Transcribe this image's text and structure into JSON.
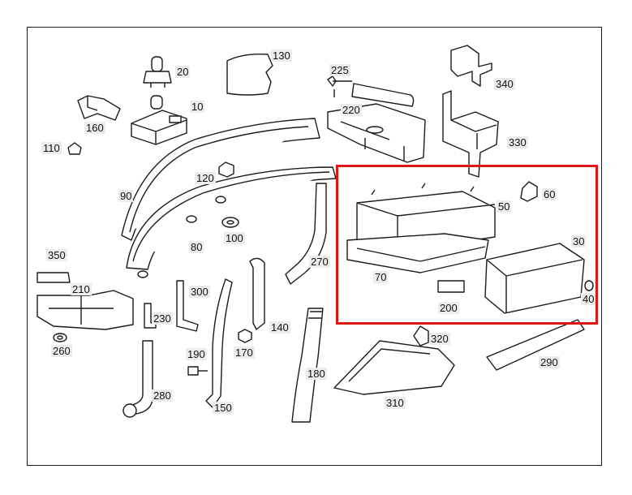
{
  "diagram": {
    "parts": [
      {
        "id": "p20",
        "label": "20"
      },
      {
        "id": "p10",
        "label": "10"
      },
      {
        "id": "p130",
        "label": "130"
      },
      {
        "id": "p225",
        "label": "225"
      },
      {
        "id": "p340",
        "label": "340"
      },
      {
        "id": "p220",
        "label": "220"
      },
      {
        "id": "p160",
        "label": "160"
      },
      {
        "id": "p110",
        "label": "110"
      },
      {
        "id": "p330",
        "label": "330"
      },
      {
        "id": "p120",
        "label": "120"
      },
      {
        "id": "p90",
        "label": "90"
      },
      {
        "id": "p60",
        "label": "60"
      },
      {
        "id": "p50",
        "label": "50"
      },
      {
        "id": "p100",
        "label": "100"
      },
      {
        "id": "p80",
        "label": "80"
      },
      {
        "id": "p30",
        "label": "30"
      },
      {
        "id": "p350",
        "label": "350"
      },
      {
        "id": "p270",
        "label": "270"
      },
      {
        "id": "p70",
        "label": "70"
      },
      {
        "id": "p210",
        "label": "210"
      },
      {
        "id": "p300",
        "label": "300"
      },
      {
        "id": "p230",
        "label": "230"
      },
      {
        "id": "p200",
        "label": "200"
      },
      {
        "id": "p40",
        "label": "40"
      },
      {
        "id": "p140",
        "label": "140"
      },
      {
        "id": "p260",
        "label": "260"
      },
      {
        "id": "p320",
        "label": "320"
      },
      {
        "id": "p190",
        "label": "190"
      },
      {
        "id": "p170",
        "label": "170"
      },
      {
        "id": "p290",
        "label": "290"
      },
      {
        "id": "p180",
        "label": "180"
      },
      {
        "id": "p280",
        "label": "280"
      },
      {
        "id": "p310",
        "label": "310"
      },
      {
        "id": "p150",
        "label": "150"
      }
    ],
    "highlight_color": "#e01616",
    "line_color": "#1a1a1a"
  }
}
